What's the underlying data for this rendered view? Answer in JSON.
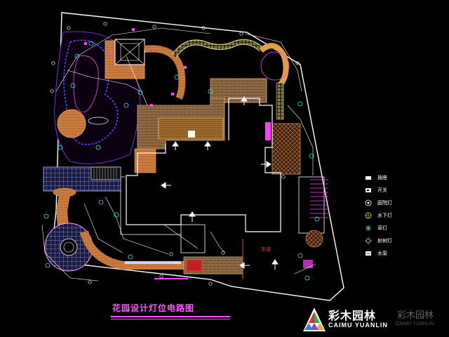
{
  "drawing": {
    "title": "花园设计灯位电路图",
    "road_label": "车道",
    "colors": {
      "background": "#000000",
      "boundary": "#ffffff",
      "paving": "#c87a3a",
      "paving_light": "#e8c890",
      "grid": "#9a9aff",
      "wiring": "#ffffff",
      "pond_edge": "#4040ff",
      "accent_magenta": "#ff40ff",
      "lamp_cyan": "#40e0e0"
    }
  },
  "legend": {
    "items": [
      {
        "label": "插座",
        "icon": "socket-icon"
      },
      {
        "label": "开关",
        "icon": "switch-icon"
      },
      {
        "label": "庭院灯",
        "icon": "yard-lamp-icon"
      },
      {
        "label": "水下灯",
        "icon": "underwater-lamp-icon"
      },
      {
        "label": "草灯",
        "icon": "lawn-lamp-icon"
      },
      {
        "label": "射树灯",
        "icon": "spotlight-icon"
      },
      {
        "label": "水泵",
        "icon": "pump-icon"
      }
    ]
  },
  "brand": {
    "name_cn": "彩木园林",
    "name_en": "CAIMU YUANLIN",
    "watermark_cn": "彩木园林",
    "watermark_en": "CAIMU YUANLIN"
  }
}
